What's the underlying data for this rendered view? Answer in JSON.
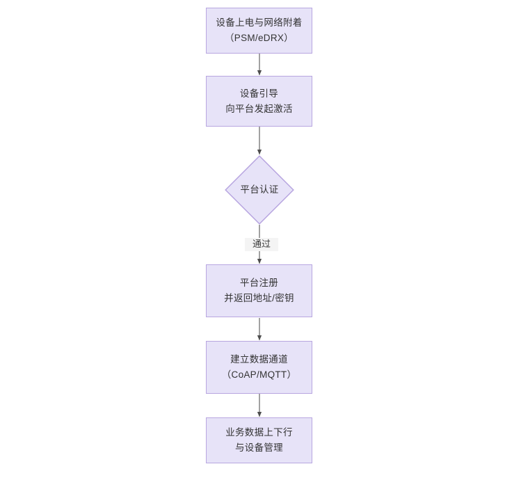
{
  "diagram": {
    "type": "flowchart",
    "orientation": "top-to-bottom",
    "background_color": "#ffffff",
    "node_fill_color": "#e7e3f8",
    "node_border_color": "#b8a6e0",
    "text_color": "#333333",
    "edge_color": "#555555",
    "nodes": [
      {
        "id": "n1",
        "shape": "rectangle",
        "label": "设备上电与网络附着\n（PSM/eDRX）",
        "line1": "设备上电与网络附着",
        "line2": "（PSM/eDRX）"
      },
      {
        "id": "n2",
        "shape": "rectangle",
        "label": "设备引导\n向平台发起激活",
        "line1": "设备引导",
        "line2": "向平台发起激活"
      },
      {
        "id": "n3",
        "shape": "diamond",
        "label": "平台认证",
        "line1": "平台认证",
        "line2": ""
      },
      {
        "id": "n4",
        "shape": "rectangle",
        "label": "平台注册\n并返回地址/密钥",
        "line1": "平台注册",
        "line2": "并返回地址/密钥"
      },
      {
        "id": "n5",
        "shape": "rectangle",
        "label": "建立数据通道\n（CoAP/MQTT）",
        "line1": "建立数据通道",
        "line2": "（CoAP/MQTT）"
      },
      {
        "id": "n6",
        "shape": "rectangle",
        "label": "业务数据上下行\n与设备管理",
        "line1": "业务数据上下行",
        "line2": "与设备管理"
      }
    ],
    "edges": [
      {
        "from": "n1",
        "to": "n2",
        "label": ""
      },
      {
        "from": "n2",
        "to": "n3",
        "label": ""
      },
      {
        "from": "n3",
        "to": "n4",
        "label": "通过"
      },
      {
        "from": "n4",
        "to": "n5",
        "label": ""
      },
      {
        "from": "n5",
        "to": "n6",
        "label": ""
      }
    ]
  }
}
